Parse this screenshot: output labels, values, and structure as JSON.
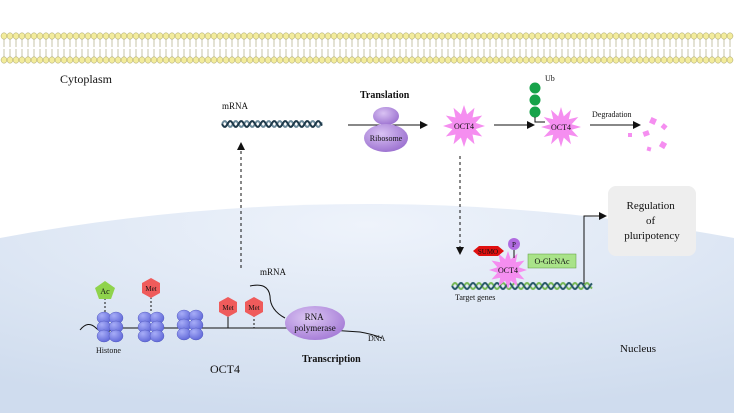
{
  "regions": {
    "cytoplasm": "Cytoplasm",
    "nucleus": "Nucleus"
  },
  "processes": {
    "translation": "Translation",
    "transcription": "Transcription",
    "degradation": "Degradation"
  },
  "molecules": {
    "mrna_top": "mRNA",
    "mrna_nuclear": "mRNA",
    "ribosome": "Ribosome",
    "oct4_cytoplasm": "OCT4",
    "oct4_ubiquitinated": "OCT4",
    "oct4_nuclear": "OCT4",
    "oct4_gene": "OCT4",
    "ub": "Ub",
    "rna_polymerase_line1": "RNA",
    "rna_polymerase_line2": "polymerase",
    "dna": "DNA",
    "histone": "Histone",
    "target_genes": "Target genes"
  },
  "modifications": {
    "ac": "Ac",
    "met_histone": "Met",
    "met_dna_1": "Met",
    "met_dna_2": "Met",
    "sumo": "SUMO",
    "phospho": "P",
    "o_glcnac": "O-GlcNAc"
  },
  "outcome": {
    "line1": "Regulation",
    "line2": "of",
    "line3": "pluripotency"
  },
  "colors": {
    "membrane_head": "#f3ec9c",
    "membrane_stroke": "#8f8a52",
    "nucleus_fill": "#dfe8f5",
    "oct4_star": "#f58ef0",
    "ribosome": "#b88fe0",
    "histone": "#7d86ee",
    "ub_bead": "#17a34a",
    "met_hex": "#ef5b5b",
    "ac_hex": "#8fd34c",
    "sumo": "#e01010",
    "phospho": "#b06be0",
    "glcnac_box": "#a9e389",
    "dna_strand_a": "#2b5a6a",
    "dna_strand_b": "#79b95a"
  }
}
